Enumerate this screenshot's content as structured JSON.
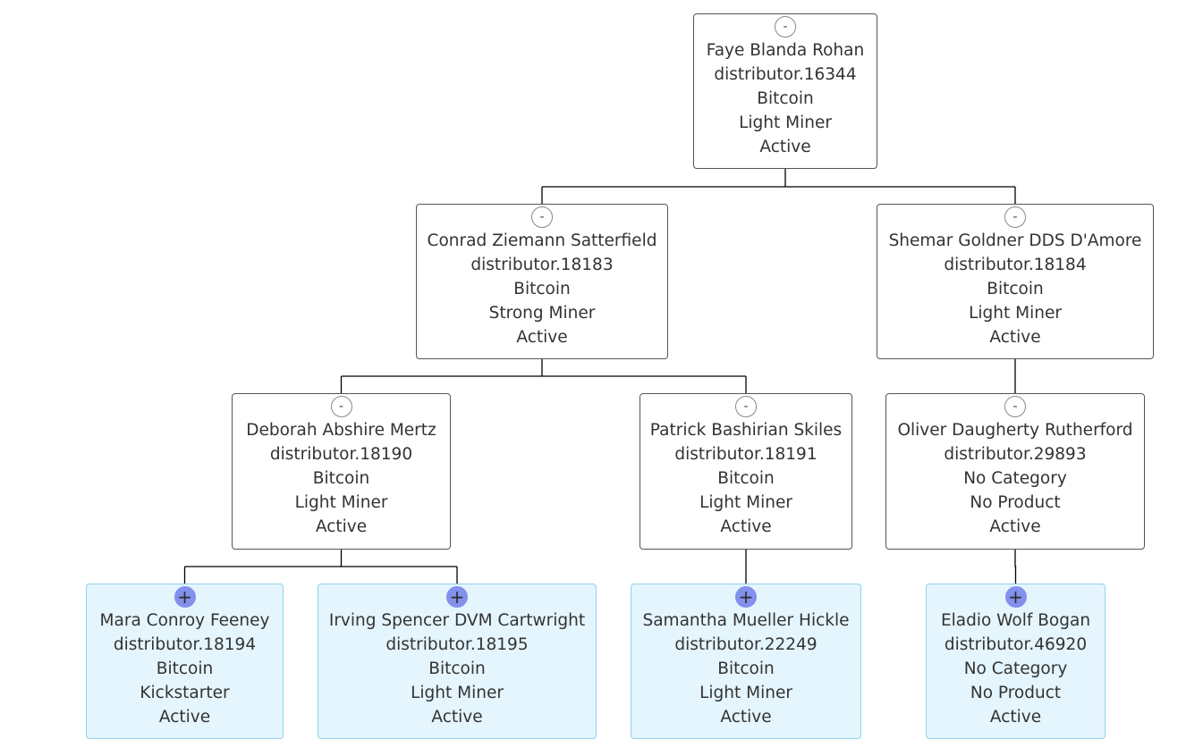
{
  "tree": {
    "nodes": [
      {
        "id": "n0",
        "name": "Faye Blanda Rohan",
        "distributor": "distributor.16344",
        "category": "Bitcoin",
        "product": "Light Miner",
        "status": "Active",
        "toggle": "-",
        "collapsed": false
      },
      {
        "id": "n1",
        "name": "Conrad Ziemann Satterfield",
        "distributor": "distributor.18183",
        "category": "Bitcoin",
        "product": "Strong Miner",
        "status": "Active",
        "toggle": "-",
        "collapsed": false
      },
      {
        "id": "n2",
        "name": "Shemar Goldner DDS D'Amore",
        "distributor": "distributor.18184",
        "category": "Bitcoin",
        "product": "Light Miner",
        "status": "Active",
        "toggle": "-",
        "collapsed": false
      },
      {
        "id": "n3",
        "name": "Deborah Abshire Mertz",
        "distributor": "distributor.18190",
        "category": "Bitcoin",
        "product": "Light Miner",
        "status": "Active",
        "toggle": "-",
        "collapsed": false
      },
      {
        "id": "n4",
        "name": "Patrick Bashirian Skiles",
        "distributor": "distributor.18191",
        "category": "Bitcoin",
        "product": "Light Miner",
        "status": "Active",
        "toggle": "-",
        "collapsed": false
      },
      {
        "id": "n5",
        "name": "Oliver Daugherty Rutherford",
        "distributor": "distributor.29893",
        "category": "No Category",
        "product": "No Product",
        "status": "Active",
        "toggle": "-",
        "collapsed": false
      },
      {
        "id": "n6",
        "name": "Mara Conroy Feeney",
        "distributor": "distributor.18194",
        "category": "Bitcoin",
        "product": "Kickstarter",
        "status": "Active",
        "toggle": "+",
        "collapsed": true
      },
      {
        "id": "n7",
        "name": "Irving Spencer DVM Cartwright",
        "distributor": "distributor.18195",
        "category": "Bitcoin",
        "product": "Light Miner",
        "status": "Active",
        "toggle": "+",
        "collapsed": true
      },
      {
        "id": "n8",
        "name": "Samantha Mueller Hickle",
        "distributor": "distributor.22249",
        "category": "Bitcoin",
        "product": "Light Miner",
        "status": "Active",
        "toggle": "+",
        "collapsed": true
      },
      {
        "id": "n9",
        "name": "Eladio Wolf Bogan",
        "distributor": "distributor.46920",
        "category": "No Category",
        "product": "No Product",
        "status": "Active",
        "toggle": "+",
        "collapsed": true
      }
    ],
    "edges": [
      {
        "from": "n0",
        "to": "n1"
      },
      {
        "from": "n0",
        "to": "n2"
      },
      {
        "from": "n1",
        "to": "n3"
      },
      {
        "from": "n1",
        "to": "n4"
      },
      {
        "from": "n2",
        "to": "n5"
      },
      {
        "from": "n3",
        "to": "n6"
      },
      {
        "from": "n3",
        "to": "n7"
      },
      {
        "from": "n4",
        "to": "n8"
      },
      {
        "from": "n5",
        "to": "n9"
      }
    ],
    "colors": {
      "expanded_bg": "#ffffff",
      "expanded_border": "#555555",
      "collapsed_bg": "#e4f5fd",
      "collapsed_border": "#8fd3ea",
      "plus_button": "#8390ec",
      "connector": "#000000"
    },
    "icons": {
      "expanded": "collapse-minus-icon",
      "collapsed": "expand-plus-icon"
    }
  }
}
